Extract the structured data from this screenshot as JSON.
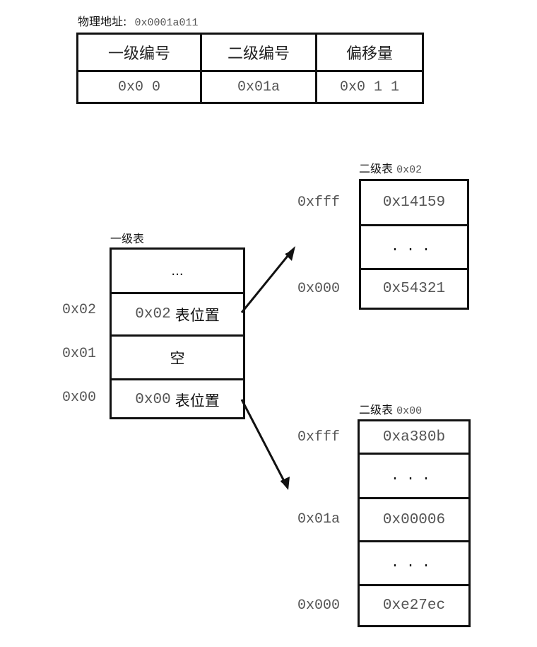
{
  "physical_address": {
    "label": "物理地址:",
    "value": "0x0001a011"
  },
  "address_split": {
    "headers": [
      "一级编号",
      "二级编号",
      "偏移量"
    ],
    "values": [
      "0x0 0",
      "0x01a",
      "0x0 1 1"
    ]
  },
  "level1_table": {
    "title": "一级表",
    "rows": [
      {
        "index": "",
        "content": "..."
      },
      {
        "index": "0x02",
        "content_addr": "0x02",
        "content_text": "表位置"
      },
      {
        "index": "0x01",
        "content": "空"
      },
      {
        "index": "0x00",
        "content_addr": "0x00",
        "content_text": "表位置"
      }
    ]
  },
  "level2_table_02": {
    "title": "二级表",
    "title_addr": "0x02",
    "rows": [
      {
        "index": "0xfff",
        "content": "0x14159"
      },
      {
        "index": "",
        "content": "..."
      },
      {
        "index": "0x000",
        "content": "0x54321"
      }
    ]
  },
  "level2_table_00": {
    "title": "二级表",
    "title_addr": "0x00",
    "rows": [
      {
        "index": "0xfff",
        "content": "0xa380b"
      },
      {
        "index": "",
        "content": "..."
      },
      {
        "index": "0x01a",
        "content": "0x00006"
      },
      {
        "index": "",
        "content": "..."
      },
      {
        "index": "0x000",
        "content": "0xe27ec"
      }
    ]
  },
  "arrows": [
    {
      "from": "level1-row-0x02",
      "to": "level2_table_02"
    },
    {
      "from": "level1-row-0x00",
      "to": "level2_table_00"
    }
  ]
}
